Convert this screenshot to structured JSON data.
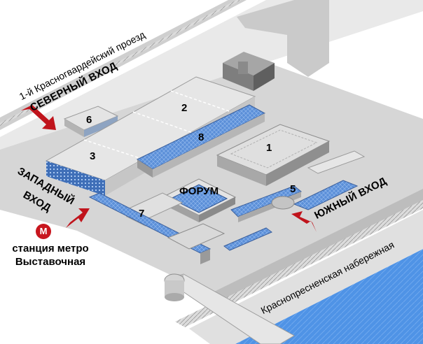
{
  "map": {
    "road_top": "1-й Красногвардейский проезд",
    "road_bottom": "Краснопресненская набережная",
    "entrances": {
      "north": "СЕВЕРНЫЙ ВХОД",
      "west_line1": "ЗАПАДНЫЙ",
      "west_line2": "ВХОД",
      "south": "ЮЖНЫЙ ВХОД"
    },
    "metro": {
      "icon_letter": "M",
      "label_line1": "станция метро",
      "label_line2": "Выставочная"
    },
    "halls": {
      "h1": "1",
      "h2": "2",
      "h3": "3",
      "h5": "5",
      "h6": "6",
      "h7": "7",
      "h8": "8",
      "forum": "ФОРУМ"
    },
    "colors": {
      "background": "#ffffff",
      "ground": "#d4d4d4",
      "road": "#c8c8c8",
      "river": "#4f93e6",
      "glass": "#5b8fd8",
      "roof": "#e2e2e2",
      "arrow": "#c0141c"
    },
    "icons": [
      "metro-icon",
      "entrance-arrow-icon"
    ]
  }
}
